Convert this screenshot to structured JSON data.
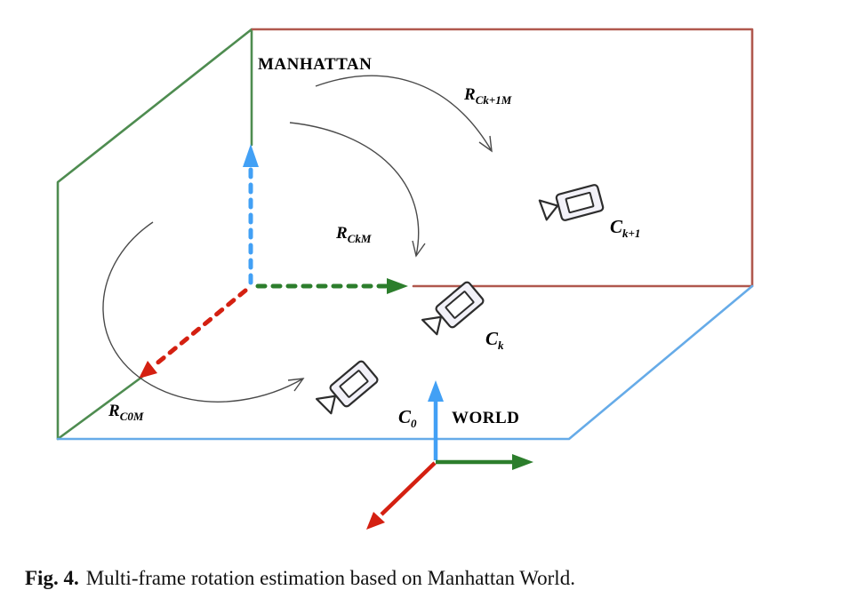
{
  "figure": {
    "caption_label": "Fig. 4.",
    "caption_text": "Multi-frame rotation estimation based on Manhattan World."
  },
  "diagram": {
    "plane_labels": {
      "manhattan": "MANHATTAN",
      "world": "WORLD"
    },
    "rotation_labels": {
      "r_ck1m": {
        "main": "R",
        "sub": "Ck+1M"
      },
      "r_ckm": {
        "main": "R",
        "sub": "CkM"
      },
      "r_c0m": {
        "main": "R",
        "sub": "C0M"
      }
    },
    "camera_labels": {
      "c_k1": {
        "main": "C",
        "sub": "k+1"
      },
      "c_k": {
        "main": "C",
        "sub": "k"
      },
      "c_0": {
        "main": "C",
        "sub": "0"
      }
    },
    "colors": {
      "manhattan_plane_green": "#4e8c50",
      "manhattan_plane_red": "#b0584e",
      "floor_blue": "#66abe8",
      "axis_x_red": "#d42011",
      "axis_y_green": "#2c7e2c",
      "axis_z_blue": "#42a0f5",
      "arc_gray": "#4a4a4a"
    }
  }
}
